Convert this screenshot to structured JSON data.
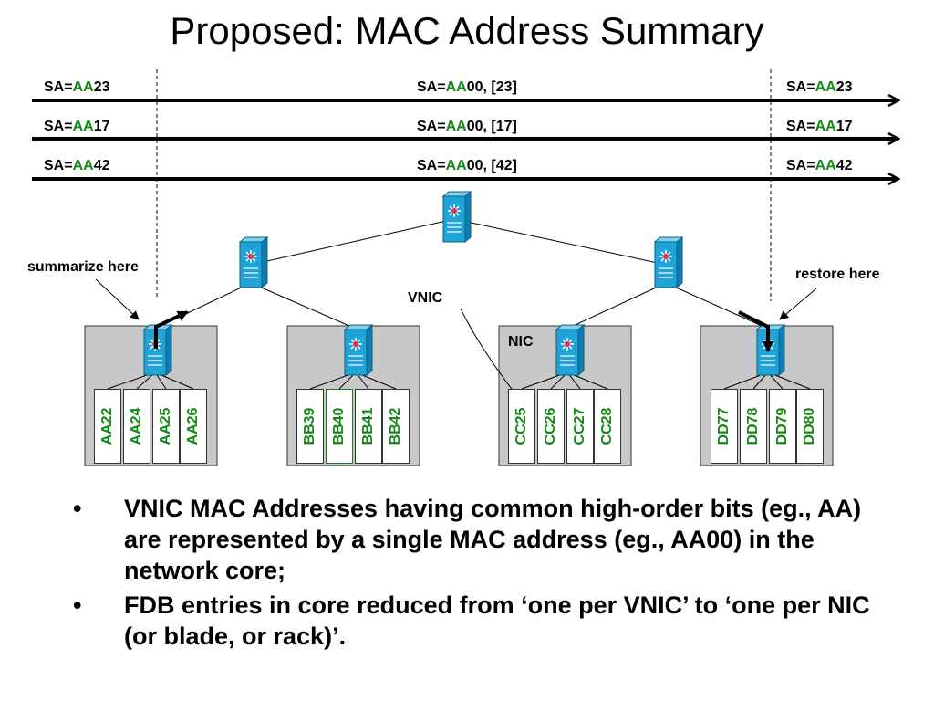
{
  "title": "Proposed:  MAC Address Summary",
  "rows": [
    {
      "left": {
        "prefix": "SA=",
        "hi": "AA",
        "lo": "23"
      },
      "mid": {
        "prefix": "SA=",
        "hi": "AA",
        "lo": "00, [23]"
      },
      "right": {
        "prefix": "SA=",
        "hi": "AA",
        "lo": "23"
      }
    },
    {
      "left": {
        "prefix": "SA=",
        "hi": "AA",
        "lo": "17"
      },
      "mid": {
        "prefix": "SA=",
        "hi": "AA",
        "lo": "00, [17]"
      },
      "right": {
        "prefix": "SA=",
        "hi": "AA",
        "lo": "17"
      }
    },
    {
      "left": {
        "prefix": "SA=",
        "hi": "AA",
        "lo": "42"
      },
      "mid": {
        "prefix": "SA=",
        "hi": "AA",
        "lo": "00, [42]"
      },
      "right": {
        "prefix": "SA=",
        "hi": "AA",
        "lo": "42"
      }
    }
  ],
  "labels": {
    "summarize": "summarize here",
    "restore": "restore here",
    "vnic": "VNIC",
    "nic": "NIC"
  },
  "blades": [
    {
      "vnics": [
        "AA22",
        "AA24",
        "AA25",
        "AA26"
      ]
    },
    {
      "vnics": [
        "BB39",
        "BB40",
        "BB41",
        "BB42"
      ]
    },
    {
      "vnics": [
        "CC25",
        "CC26",
        "CC27",
        "CC28"
      ]
    },
    {
      "vnics": [
        "DD77",
        "DD78",
        "DD79",
        "DD80"
      ]
    }
  ],
  "bullets": [
    "VNIC MAC Addresses having common high-order bits (eg., AA) are represented by a single MAC address (eg., AA00) in the network core;",
    "FDB entries in core reduced from ‘one per VNIC’ to ‘one per NIC (or blade, or rack)’."
  ],
  "bullet_symbol": "•",
  "colors": {
    "highlight": "#138a13",
    "switch": "#1fa3d9",
    "blade_bg": "#c8c8c8"
  },
  "icons": {
    "switch": "switch-icon"
  }
}
